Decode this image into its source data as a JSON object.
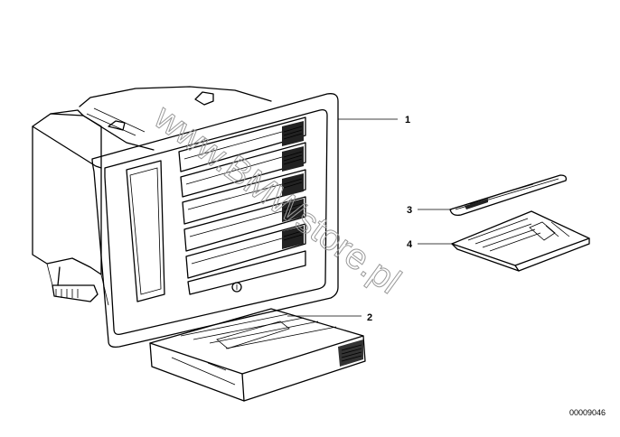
{
  "diagram": {
    "watermark": "www.BMWstore.pl",
    "diagram_number": "00009046",
    "callouts": [
      {
        "label": "1",
        "part": "cassette-storage-case"
      },
      {
        "label": "2",
        "part": "cassette-box"
      },
      {
        "label": "3",
        "part": "spring-clip"
      },
      {
        "label": "4",
        "part": "instruction-sheet"
      }
    ]
  }
}
